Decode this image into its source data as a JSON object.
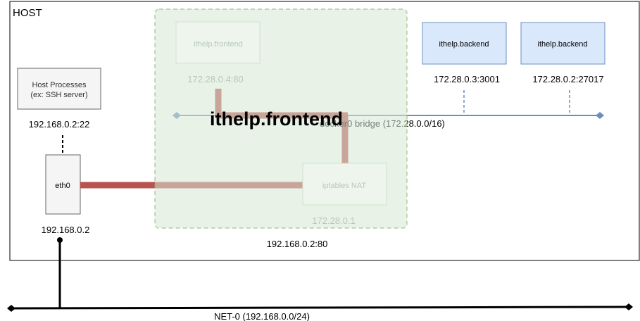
{
  "host": {
    "title": "HOST"
  },
  "host_processes": {
    "line1": "Host Processes",
    "line2": "(ex: SSH server)",
    "address": "192.168.0.2:22"
  },
  "eth0": {
    "label": "eth0",
    "address": "192.168.0.2"
  },
  "overlay": {
    "frontend_box": "ithelp.frontend",
    "frontend_address": "172.28.0.4:80",
    "big_label": "ithelp.frontend",
    "nat_label": "iptables NAT",
    "nat_address": "172.28.0.1",
    "host_port": "192.168.0.2:80"
  },
  "bridge": {
    "label": "docker0 bridge (172.28.0.0/16)"
  },
  "backends": [
    {
      "label": "ithelp.backend",
      "address": "172.28.0.3:3001"
    },
    {
      "label": "ithelp.backend",
      "address": "172.28.0.2:27017"
    }
  ],
  "net0": {
    "label": "NET-0 (192.168.0.0/24)"
  },
  "colors": {
    "frontend_route": "#b85450",
    "bridge_line": "#6c8ebf",
    "backend_fill": "#dae8fc",
    "overlay_fill": "#d5e8d4",
    "process_fill": "#f5f5f5"
  }
}
